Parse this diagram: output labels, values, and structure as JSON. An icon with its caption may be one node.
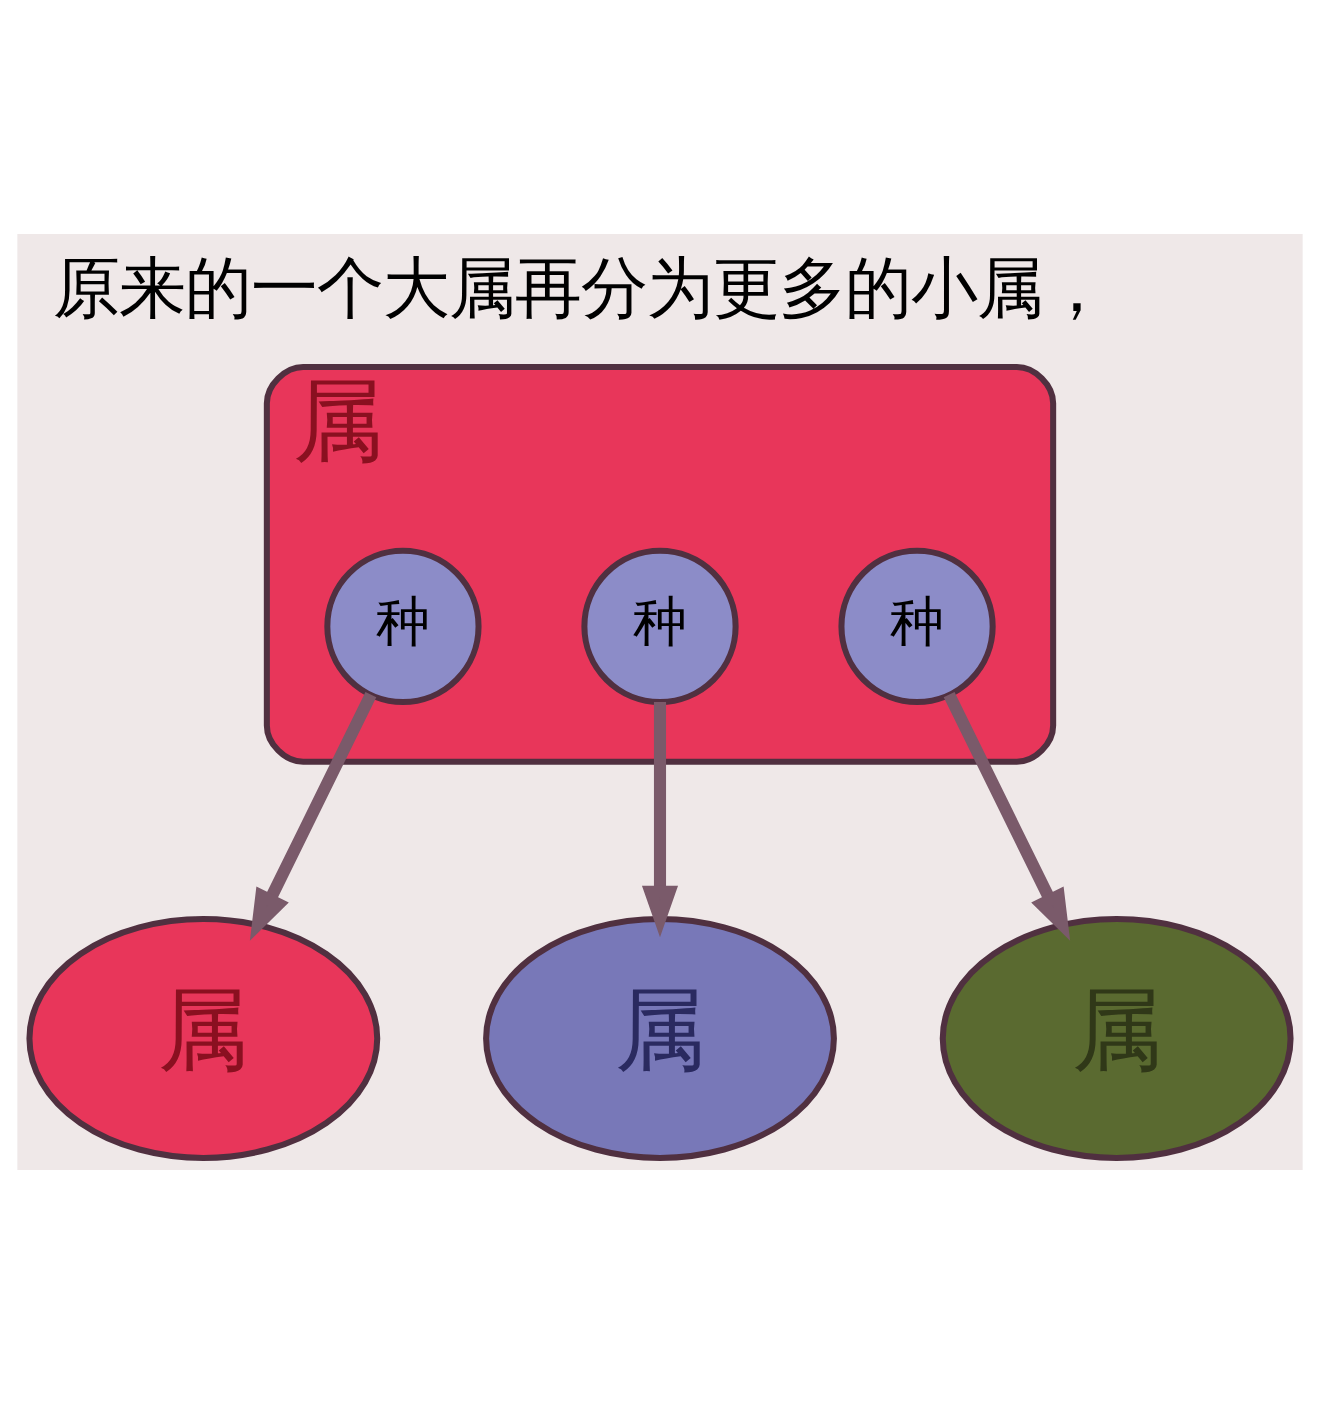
{
  "diagram": {
    "title": "原来的一个大属再分为更多的小属，",
    "nodes": [
      {
        "text": [
          "属"
        ]
      },
      {
        "text": [
          "种"
        ],
        "in": 0
      },
      {
        "text": [
          "种"
        ],
        "in": 0
      },
      {
        "text": [
          "种"
        ],
        "in": 0
      },
      {
        "text": [
          "属"
        ]
      },
      {
        "text": [
          "属"
        ]
      },
      {
        "text": [
          "属"
        ]
      }
    ],
    "edges": [
      {
        "from": 1,
        "to": 4,
        "arrow": "to"
      },
      {
        "from": 2,
        "to": 5,
        "arrow": "to"
      },
      {
        "from": 3,
        "to": 6,
        "arrow": "to"
      }
    ]
  }
}
